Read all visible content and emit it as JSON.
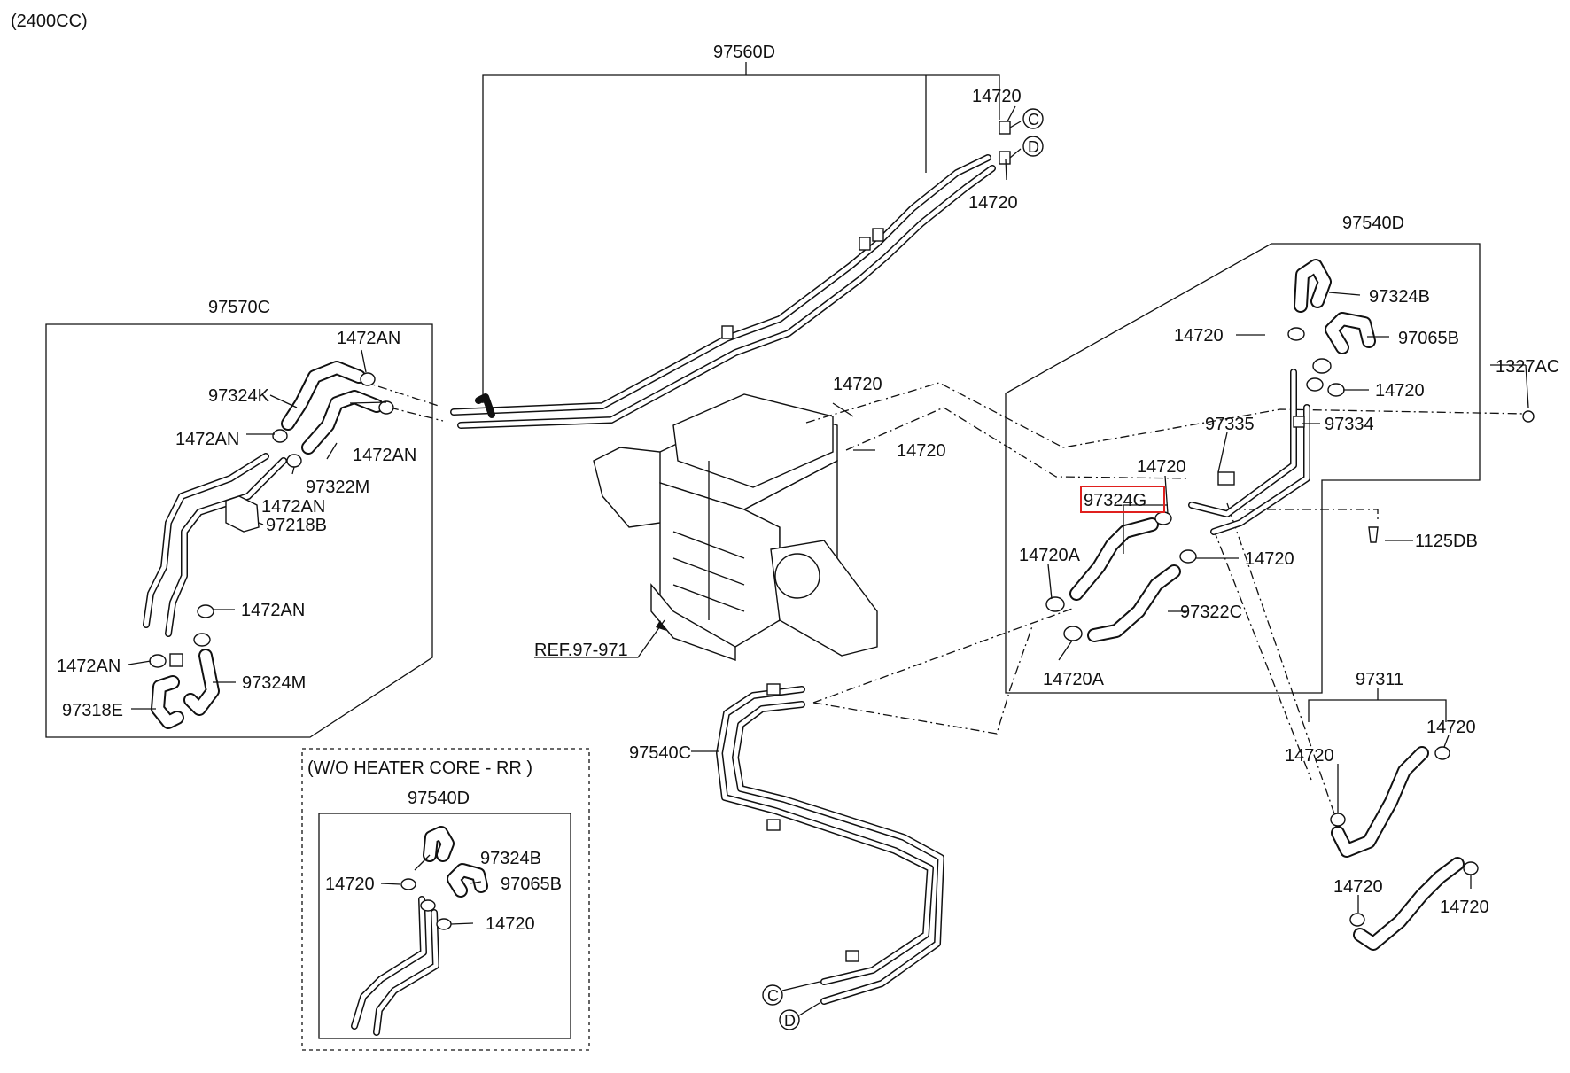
{
  "engine": "(2400CC)",
  "callouts": [
    {
      "id": "c-97560D",
      "text": "97560D"
    },
    {
      "id": "c-14720-c",
      "text": "14720"
    },
    {
      "id": "c-14720-d",
      "text": "14720"
    },
    {
      "id": "c-97540D",
      "text": "97540D"
    },
    {
      "id": "c-97324B",
      "text": "97324B"
    },
    {
      "id": "c-14720-r1",
      "text": "14720"
    },
    {
      "id": "c-97065B",
      "text": "97065B"
    },
    {
      "id": "c-1327AC",
      "text": "1327AC"
    },
    {
      "id": "c-14720-r2",
      "text": "14720"
    },
    {
      "id": "c-97335",
      "text": "97335"
    },
    {
      "id": "c-97334",
      "text": "97334"
    },
    {
      "id": "c-14720-r3",
      "text": "14720"
    },
    {
      "id": "c-97324G",
      "text": "97324G"
    },
    {
      "id": "c-1125DB",
      "text": "1125DB"
    },
    {
      "id": "c-14720A-1",
      "text": "14720A"
    },
    {
      "id": "c-14720-r4",
      "text": "14720"
    },
    {
      "id": "c-97322C",
      "text": "97322C"
    },
    {
      "id": "c-14720A-2",
      "text": "14720A"
    },
    {
      "id": "c-14720-m1",
      "text": "14720"
    },
    {
      "id": "c-14720-m2",
      "text": "14720"
    },
    {
      "id": "c-REF",
      "text": "REF.97-971"
    },
    {
      "id": "c-97570C",
      "text": "97570C"
    },
    {
      "id": "c-1472AN-1",
      "text": "1472AN"
    },
    {
      "id": "c-97324K",
      "text": "97324K"
    },
    {
      "id": "c-1472AN-2",
      "text": "1472AN"
    },
    {
      "id": "c-1472AN-3",
      "text": "1472AN"
    },
    {
      "id": "c-97322M",
      "text": "97322M"
    },
    {
      "id": "c-1472AN-4",
      "text": "1472AN"
    },
    {
      "id": "c-97218B",
      "text": "97218B"
    },
    {
      "id": "c-1472AN-5",
      "text": "1472AN"
    },
    {
      "id": "c-1472AN-6",
      "text": "1472AN"
    },
    {
      "id": "c-97324M",
      "text": "97324M"
    },
    {
      "id": "c-97318E",
      "text": "97318E"
    },
    {
      "id": "c-97540C",
      "text": "97540C"
    },
    {
      "id": "c-97311",
      "text": "97311"
    },
    {
      "id": "c-14720-b1",
      "text": "14720"
    },
    {
      "id": "c-14720-b2",
      "text": "14720"
    },
    {
      "id": "c-14720-b3",
      "text": "14720"
    },
    {
      "id": "c-14720-b4",
      "text": "14720"
    },
    {
      "id": "c-woheater",
      "text": "(W/O HEATER CORE - RR )"
    },
    {
      "id": "c-97540D-2",
      "text": "97540D"
    },
    {
      "id": "c-97324B-2",
      "text": "97324B"
    },
    {
      "id": "c-14720-w1",
      "text": "14720"
    },
    {
      "id": "c-97065B-2",
      "text": "97065B"
    },
    {
      "id": "c-14720-w2",
      "text": "14720"
    }
  ],
  "connectors": {
    "c_top": "C",
    "d_top": "D",
    "c_bottom": "C",
    "d_bottom": "D"
  },
  "highlight_part": "97324G",
  "highlight_color": "#e0201e"
}
